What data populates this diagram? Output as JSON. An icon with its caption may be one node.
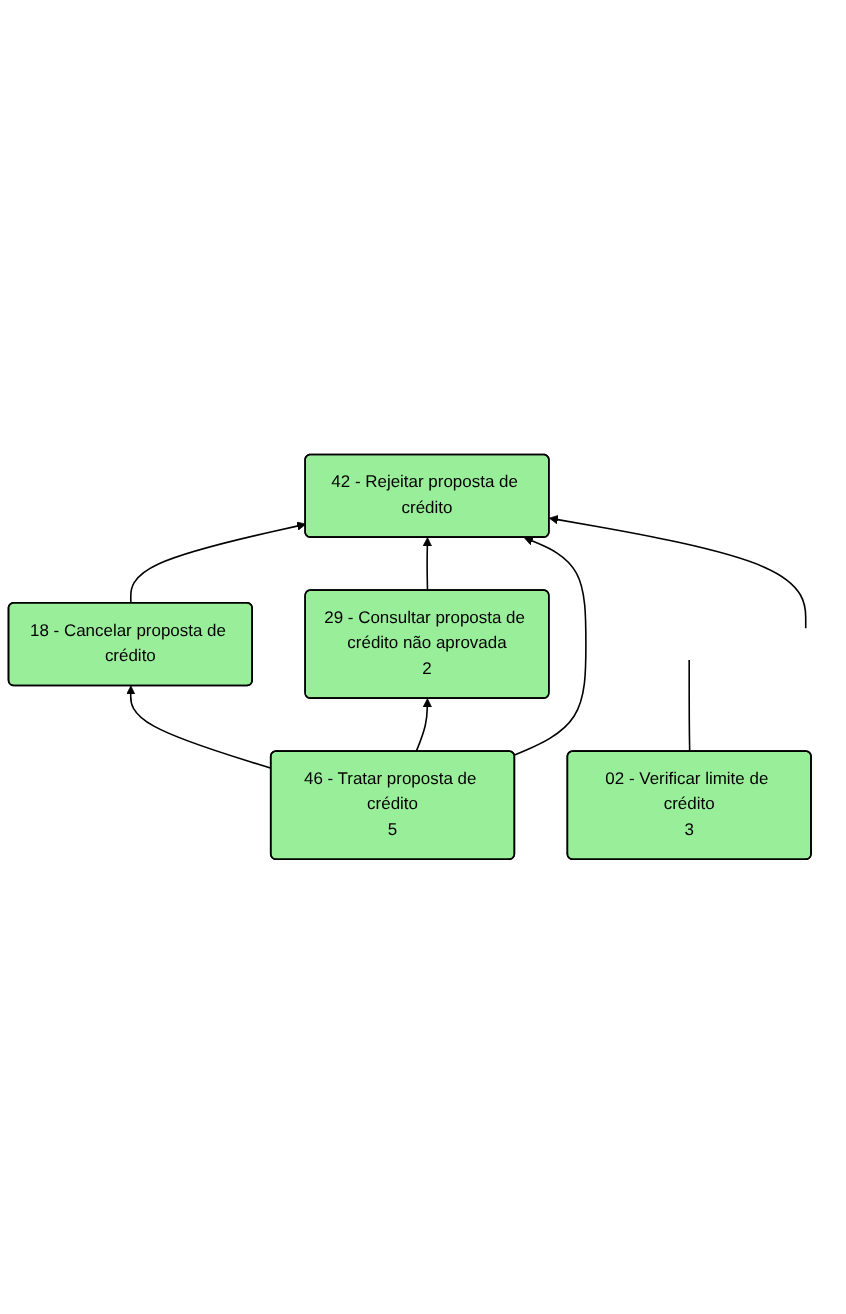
{
  "diagram": {
    "nodes": [
      {
        "text": [
          "42 - Rejeitar proposta de crédito"
        ]
      },
      {
        "text": [
          "18 - Cancelar proposta de crédito"
        ]
      },
      {
        "text": [
          "29 - Consultar proposta de crédito não aprovada",
          "2"
        ]
      },
      {
        "text": [
          "46 - Tratar proposta de crédito",
          "5"
        ]
      },
      {
        "text": [
          "02 - Verificar limite de crédito",
          "3"
        ]
      }
    ],
    "edges": [
      {
        "from": 1,
        "to": 0,
        "arrow": "to"
      },
      {
        "from": 2,
        "to": 0,
        "arrow": "to"
      },
      {
        "from": 3,
        "to": 1,
        "arrow": "to"
      },
      {
        "from": 3,
        "to": 2,
        "arrow": "to"
      },
      {
        "from": 3,
        "to": 0,
        "arrow": "to"
      },
      {
        "from": null,
        "to": 0,
        "arrow": "to"
      },
      {
        "from": 4,
        "to": null,
        "arrow": "none"
      }
    ]
  }
}
